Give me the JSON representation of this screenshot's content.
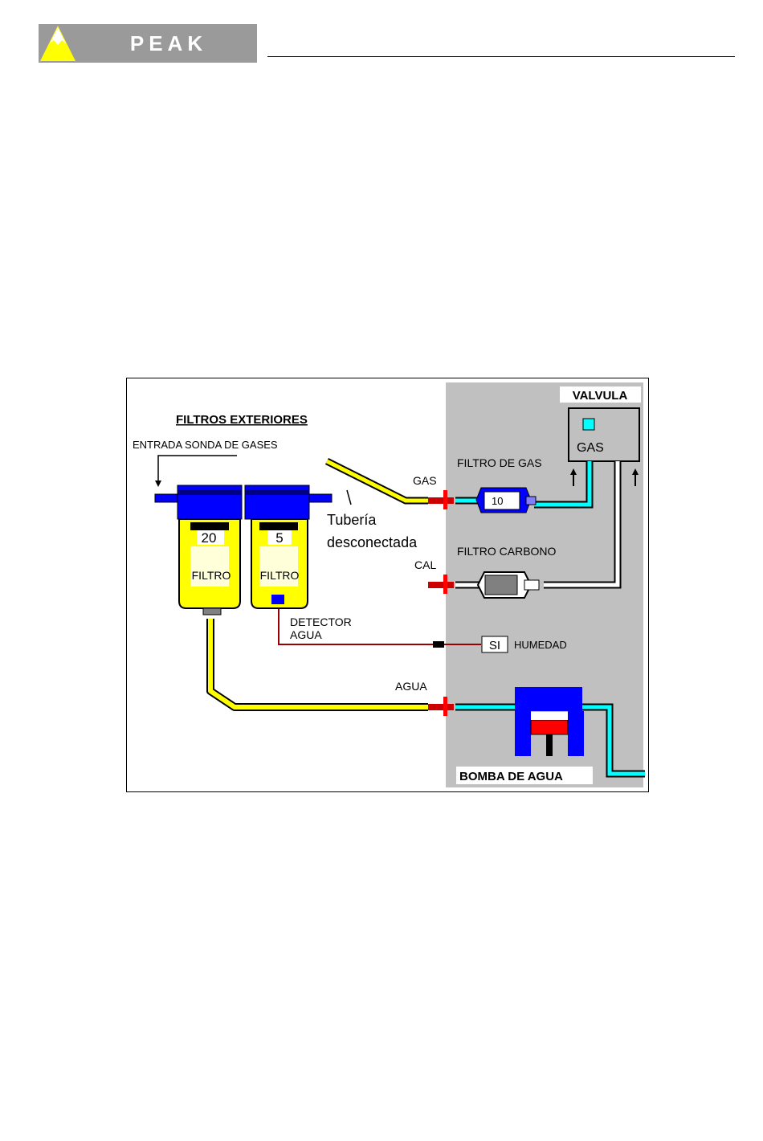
{
  "header": {
    "logo_text": "PEAK",
    "colors": {
      "logo_bg": "#9a9a9a",
      "logo_triangle": "#ffff00"
    }
  },
  "diagram": {
    "title_filters": "FILTROS EXTERIORES",
    "label_probe_inlet": "ENTRADA SONDA DE GASES",
    "filter1_value": "20",
    "filter2_value": "5",
    "filter1_label": "FILTRO",
    "filter2_label": "FILTRO",
    "label_tube_line1": "Tubería",
    "label_tube_line2": "desconectada",
    "label_gas": "GAS",
    "label_gas_filter": "FILTRO DE GAS",
    "gas_filter_value": "10",
    "label_valve": "VALVULA",
    "valve_gas": "GAS",
    "label_cal": "CAL",
    "label_carbon_filter": "FILTRO CARBONO",
    "label_detector_line1": "DETECTOR",
    "label_detector_line2": "AGUA",
    "humidity_indicator": "SI",
    "label_humidity": "HUMEDAD",
    "label_water": "AGUA",
    "label_pump": "BOMBA DE AGUA",
    "colors": {
      "panel_gray": "#c0c0c0",
      "filter_housing": "#0000ff",
      "filter_bowl": "#ffff00",
      "tube_cyan": "#00ffff",
      "connector_red": "#cc0000",
      "detector_wire": "#990000",
      "pump_piston": "#ff0000"
    }
  }
}
